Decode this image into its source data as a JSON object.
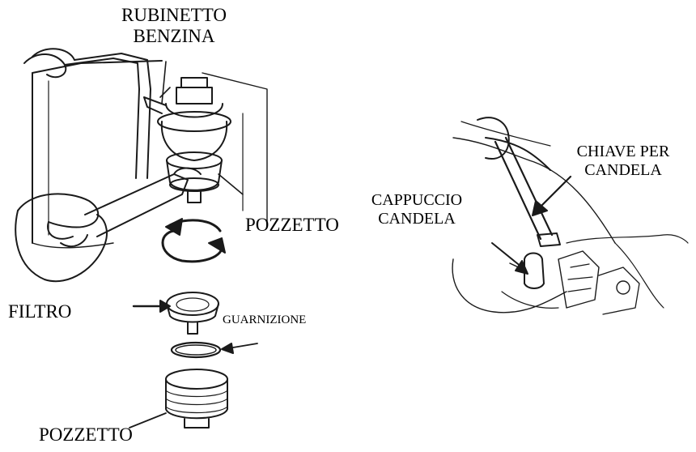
{
  "labels": {
    "rubinetto_line1": "RUBINETTO",
    "rubinetto_line2": "BENZINA",
    "pozzetto_top": "POZZETTO",
    "filtro": "FILTRO",
    "guarnizione": "GUARNIZIONE",
    "pozzetto_bottom": "POZZETTO",
    "cappuccio_line1": "CAPPUCCIO",
    "cappuccio_line2": "CANDELA",
    "chiave_line1": "CHIAVE PER",
    "chiave_line2": "CANDELA"
  }
}
